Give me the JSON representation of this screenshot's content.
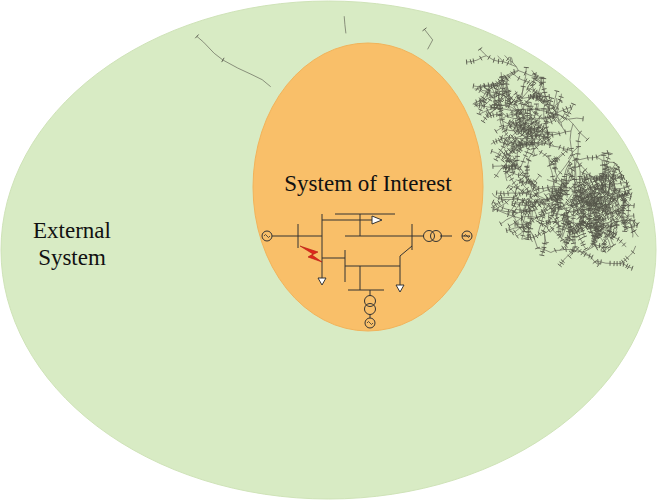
{
  "diagram": {
    "nodes": [
      {
        "text": [
          "External System"
        ]
      },
      {
        "text": [
          "System of Interest"
        ],
        "in": 0
      }
    ]
  }
}
